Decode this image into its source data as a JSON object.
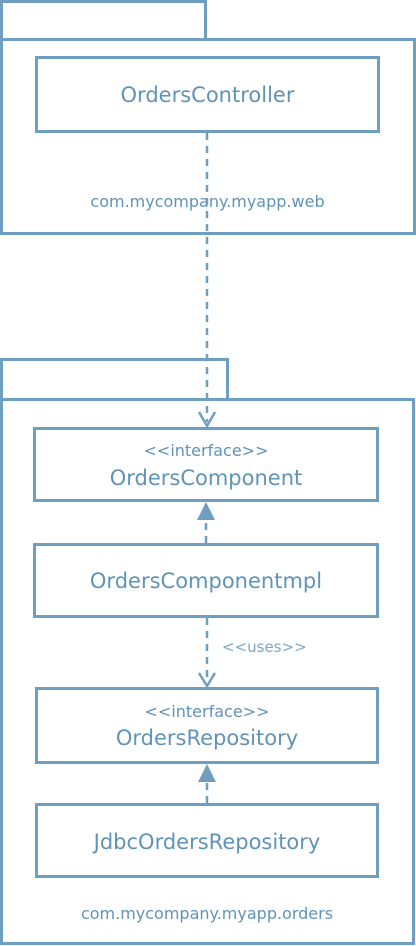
{
  "packages": {
    "web": {
      "name": "com.mycompany.myapp.web",
      "controller": {
        "name": "OrdersController"
      }
    },
    "orders": {
      "name": "com.mycompany.myapp.orders",
      "component_interface": {
        "stereotype": "<<interface>>",
        "name": "OrdersComponent"
      },
      "component_impl": {
        "name": "OrdersComponentmpl"
      },
      "repository_interface": {
        "stereotype": "<<interface>>",
        "name": "OrdersRepository"
      },
      "repository_impl": {
        "name": "JdbcOrdersRepository"
      }
    }
  },
  "relations": {
    "uses_label": "<<uses>>"
  },
  "colors": {
    "stroke": "#6f9fc0",
    "text": "#5f93b8"
  }
}
